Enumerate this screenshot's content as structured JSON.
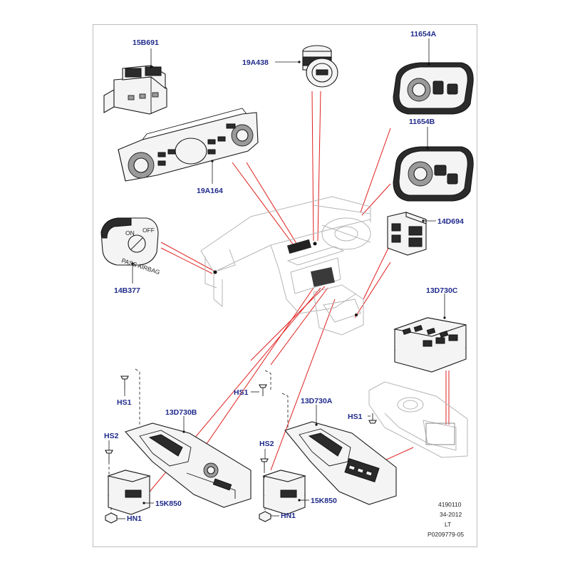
{
  "callouts": {
    "c15B691": "15B691",
    "c19A438": "19A438",
    "c11654A": "11654A",
    "c11654B": "11654B",
    "c19A164": "19A164",
    "c14D694": "14D694",
    "c14B377": "14B377",
    "c13D730C": "13D730C",
    "cHS1_left": "HS1",
    "cHS1_mid": "HS1",
    "cHS1_right": "HS1",
    "c13D730B": "13D730B",
    "c13D730A": "13D730A",
    "cHS2_left": "HS2",
    "cHS2_mid": "HS2",
    "c15K850_left": "15K850",
    "c15K850_mid": "15K850",
    "cHN1_left": "HN1",
    "cHN1_mid": "HN1"
  },
  "part_text": {
    "airbag_on": "ON",
    "airbag_off": "OFF",
    "airbag_pass": "PASS AIRBAG"
  },
  "reference_block": {
    "line1": "4190110",
    "line2": "34-2012",
    "line3": "LT",
    "line4": "P0209779-05"
  },
  "colors": {
    "callout_text": "#1f2a8a",
    "indicator_lines": "#e02020",
    "frame_border": "#bdbdbd"
  }
}
